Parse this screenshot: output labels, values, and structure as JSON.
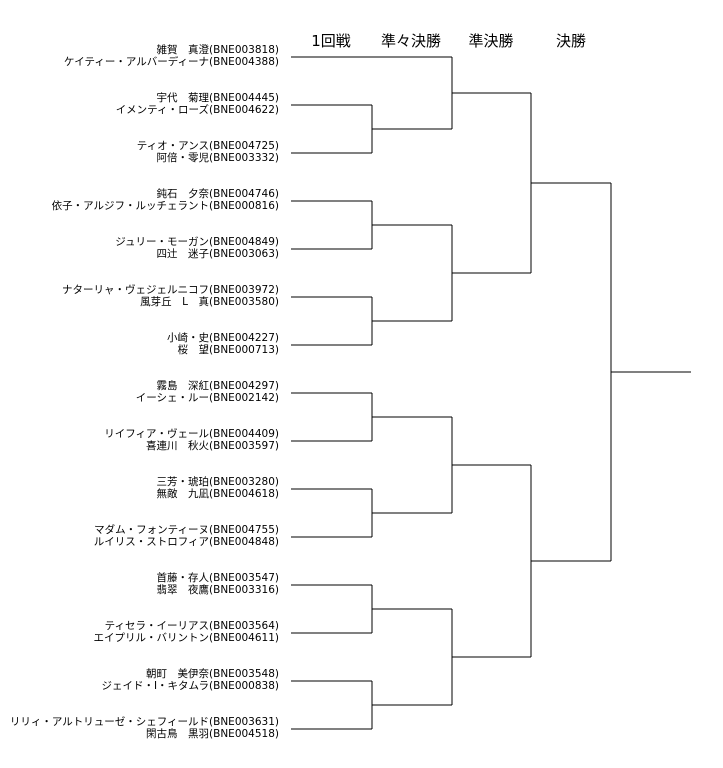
{
  "rounds": [
    "1回戦",
    "準々決勝",
    "準決勝",
    "決勝"
  ],
  "entries": [
    [
      "雑賀　真澄(BNE003818)",
      "ケイティー・アルバーディーナ(BNE004388)"
    ],
    [
      "宇代　菊理(BNE004445)",
      "イメンティ・ローズ(BNE004622)"
    ],
    [
      "ティオ・アンス(BNE004725)",
      "阿倍・零児(BNE003332)"
    ],
    [
      "鈍石　夕奈(BNE004746)",
      "依子・アルジフ・ルッチェラント(BNE000816)"
    ],
    [
      "ジュリー・モーガン(BNE004849)",
      "四辻　迷子(BNE003063)"
    ],
    [
      "ナターリャ・ヴェジェルニコフ(BNE003972)",
      "風芽丘　L　真(BNE003580)"
    ],
    [
      "小崎・史(BNE004227)",
      "桜　望(BNE000713)"
    ],
    [
      "霧島　深紅(BNE004297)",
      "イーシェ・ルー(BNE002142)"
    ],
    [
      "リイフィア・ヴェール(BNE004409)",
      "喜連川　秋火(BNE003597)"
    ],
    [
      "三芳・琥珀(BNE003280)",
      "無敵　九凪(BNE004618)"
    ],
    [
      "マダム・フォンティーヌ(BNE004755)",
      "ルイリス・ストロフィア(BNE004848)"
    ],
    [
      "首藤・存人(BNE003547)",
      "翡翠　夜鷹(BNE003316)"
    ],
    [
      "ティセラ・イーリアス(BNE003564)",
      "エイプリル・バリントン(BNE004611)"
    ],
    [
      "朝町　美伊奈(BNE003548)",
      "ジェイド・I・キタムラ(BNE000838)"
    ],
    [
      "リリィ・アルトリューゼ・シェフィールド(BNE003631)",
      "閑古鳥　黒羽(BNE004518)"
    ]
  ]
}
